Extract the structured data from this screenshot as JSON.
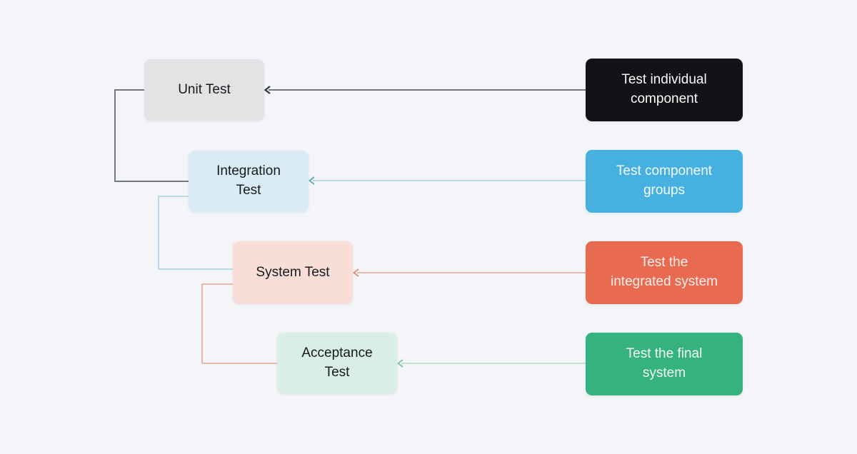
{
  "diagram": {
    "background": "#f4f5f8",
    "stages": [
      {
        "label": "Unit Test",
        "fill": "#e2e3e4",
        "text_color": "#17191c"
      },
      {
        "label": "Integration\nTest",
        "fill": "#d9ecf5",
        "text_color": "#17191c"
      },
      {
        "label": "System Test",
        "fill": "#f9ded8",
        "text_color": "#17191c"
      },
      {
        "label": "Acceptance\nTest",
        "fill": "#d9eee4",
        "text_color": "#17191c"
      }
    ],
    "descriptions": [
      {
        "label": "Test individual\ncomponent",
        "fill": "#121317",
        "text_color": "#fbfbfb"
      },
      {
        "label": "Test component\ngroups",
        "fill": "#46b1e1",
        "text_color": "#f4fafd"
      },
      {
        "label": "Test the\nintegrated system",
        "fill": "#e76a51",
        "text_color": "#fdefeb"
      },
      {
        "label": "Test the final\nsystem",
        "fill": "#36b27e",
        "text_color": "#f2faf6"
      }
    ],
    "connectors": {
      "unit": {
        "line": "#75797f",
        "arrow": "#2e3237",
        "width": 2
      },
      "integration": {
        "line": "#a9d2de",
        "arrow": "#58a8c2",
        "width": 1.6
      },
      "system": {
        "line": "#e4a694",
        "arrow": "#dd8f79",
        "width": 1.6
      },
      "acceptance": {
        "line": "#b2d8c6",
        "arrow": "#7cc3a4",
        "width": 1.6
      }
    }
  }
}
